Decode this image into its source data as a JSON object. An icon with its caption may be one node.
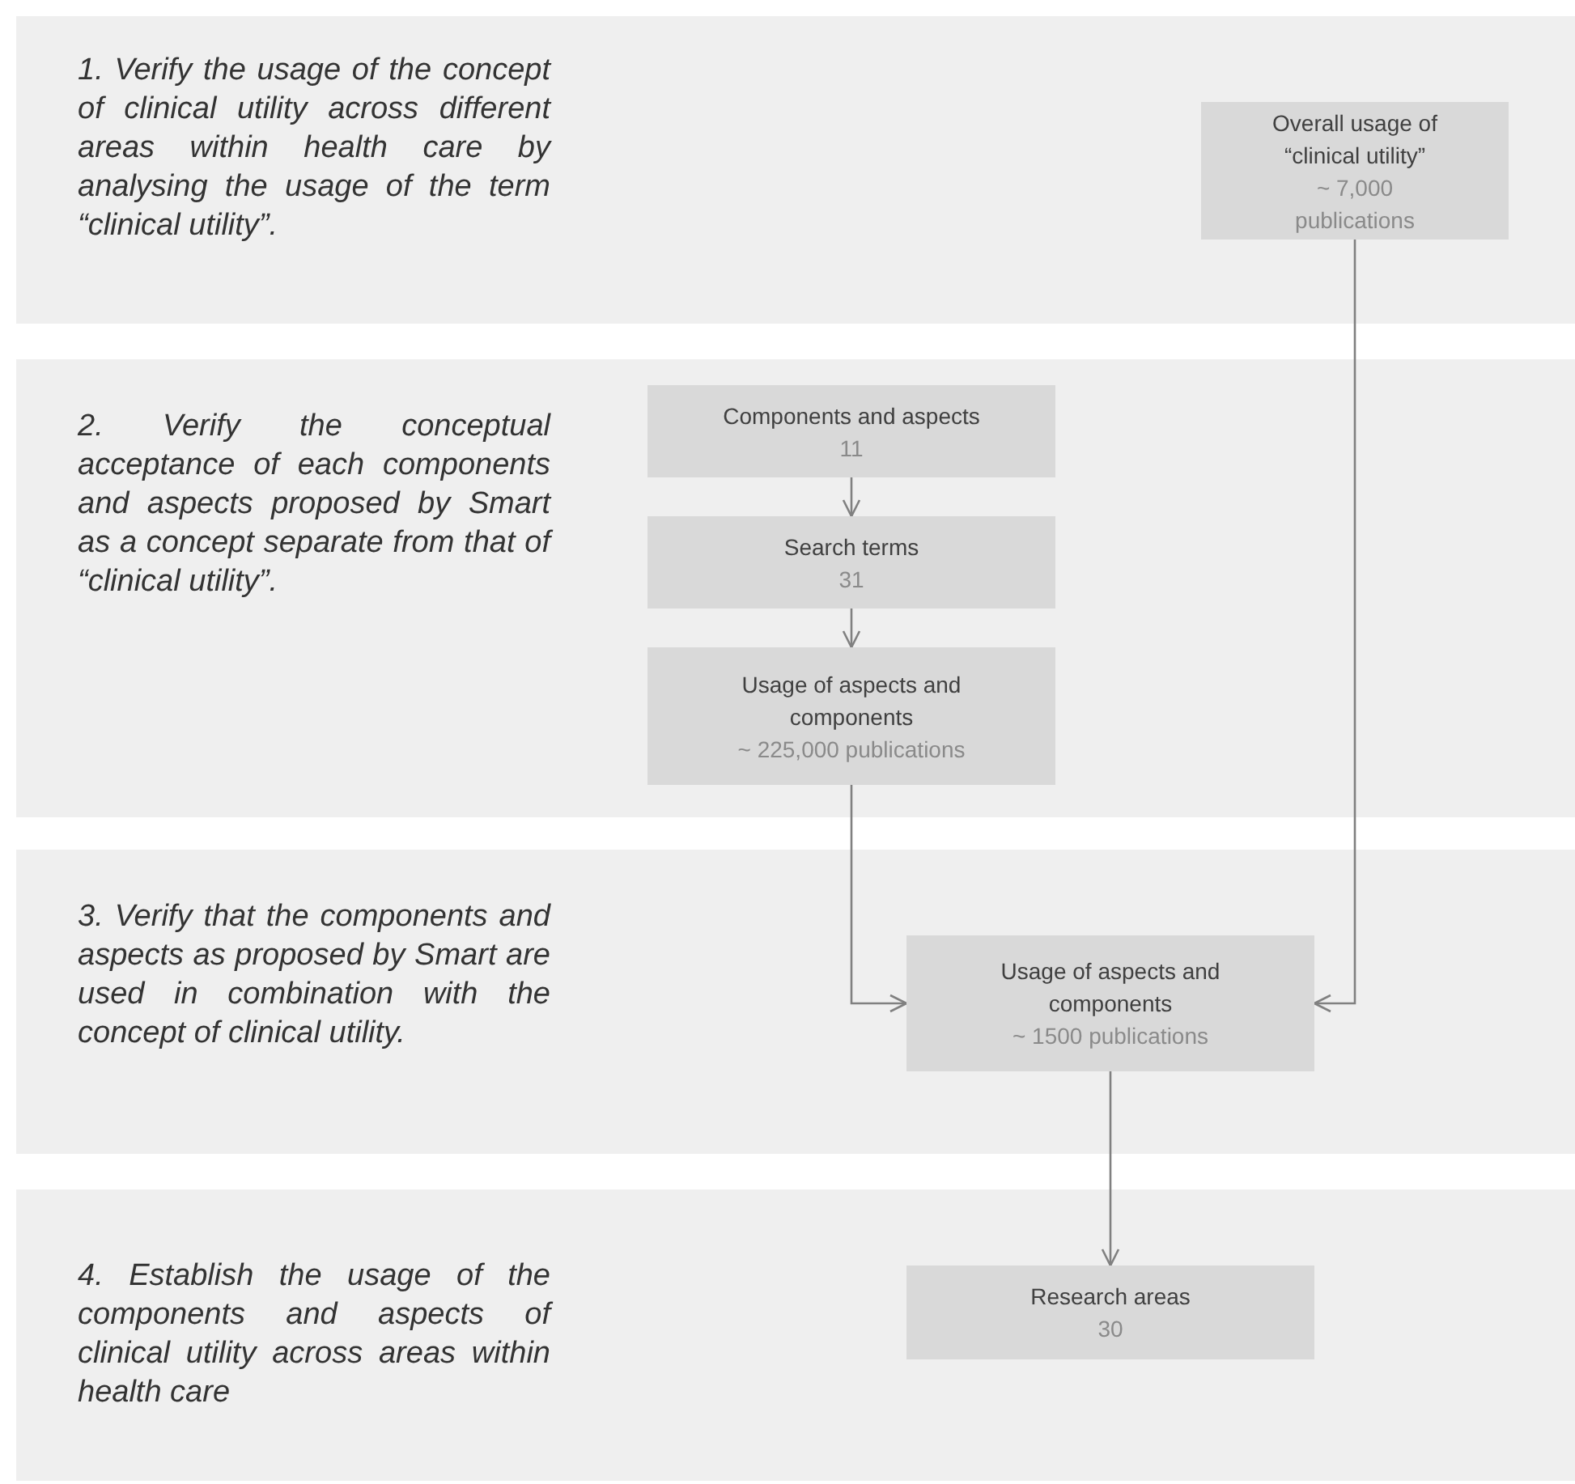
{
  "diagram": {
    "nodes": [
      {
        "text": [
          "1. Verify the usage of the concept of clinical utility across different areas within health care by analysing the usage of the term “clinical utility”."
        ]
      },
      {
        "text": [
          "Overall usage of “clinical utility”",
          "~ 7,000 publications"
        ],
        "in": 0
      },
      {
        "text": [
          "2. Verify the conceptual acceptance of each components and aspects proposed by Smart as a concept separate from that of “clinical utility”."
        ]
      },
      {
        "text": [
          "Components and aspects",
          "11"
        ],
        "in": 2
      },
      {
        "text": [
          "Search terms",
          "31"
        ],
        "in": 2
      },
      {
        "text": [
          "Usage of aspects and components",
          "~ 225,000 publications"
        ],
        "in": 2
      },
      {
        "text": [
          "3. Verify that the components and aspects as proposed by Smart are used in combination with the concept of clinical utility."
        ]
      },
      {
        "text": [
          "Usage of aspects and components",
          "~ 1500 publications"
        ],
        "in": 6
      },
      {
        "text": [
          "4. Establish the usage of the components and aspects of clinical utility across areas within health care"
        ]
      },
      {
        "text": [
          "Research areas",
          "30"
        ],
        "in": 8
      }
    ],
    "edges": [
      {
        "from": 3,
        "to": 4,
        "arrow": "to"
      },
      {
        "from": 4,
        "to": 5,
        "arrow": "to"
      },
      {
        "from": 5,
        "to": 7,
        "arrow": "to"
      },
      {
        "from": 1,
        "to": 7,
        "arrow": "to"
      },
      {
        "from": 7,
        "to": 9,
        "arrow": "to"
      }
    ]
  }
}
